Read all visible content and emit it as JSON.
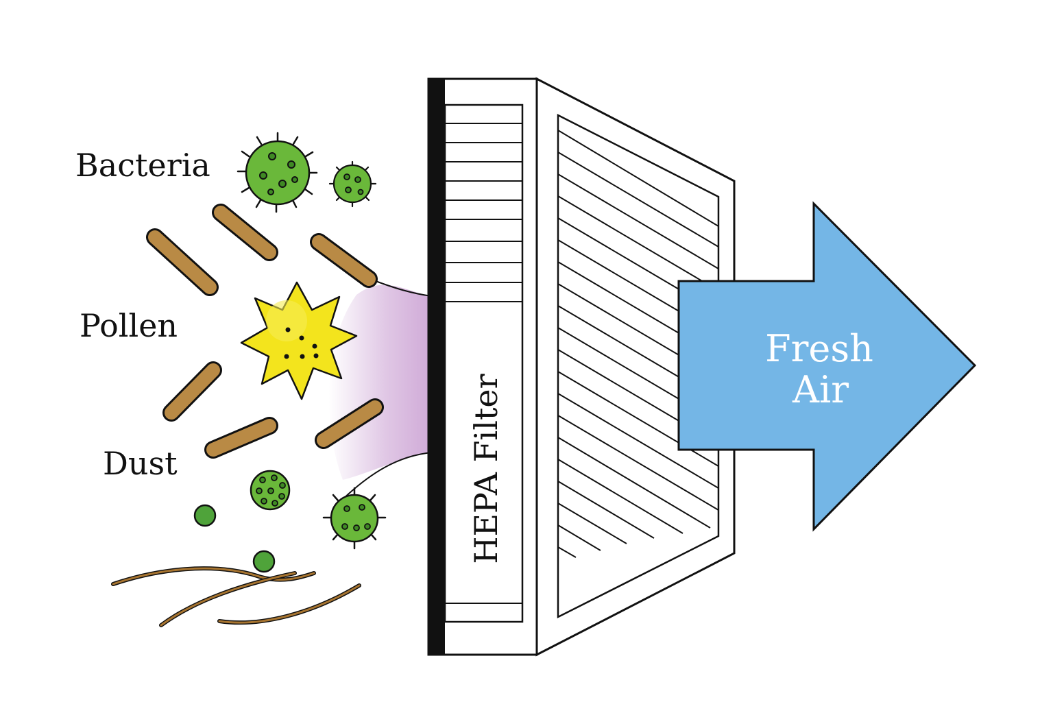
{
  "labels": {
    "bacteria": "Bacteria",
    "pollen": "Pollen",
    "dust": "Dust"
  },
  "filter": {
    "label": "HEPA Filter"
  },
  "arrow": {
    "line1": "Fresh",
    "line2": "Air"
  },
  "colors": {
    "bacteria_green": "#6ab83a",
    "bacteria_dark": "#3f8a24",
    "pollen_yellow": "#f3e41d",
    "dust_rod_brown": "#b98a45",
    "fiber_brown": "#a87530",
    "airflow_purple": "#c79ad0",
    "arrow_blue": "#74b6e6",
    "outline": "#111111"
  }
}
